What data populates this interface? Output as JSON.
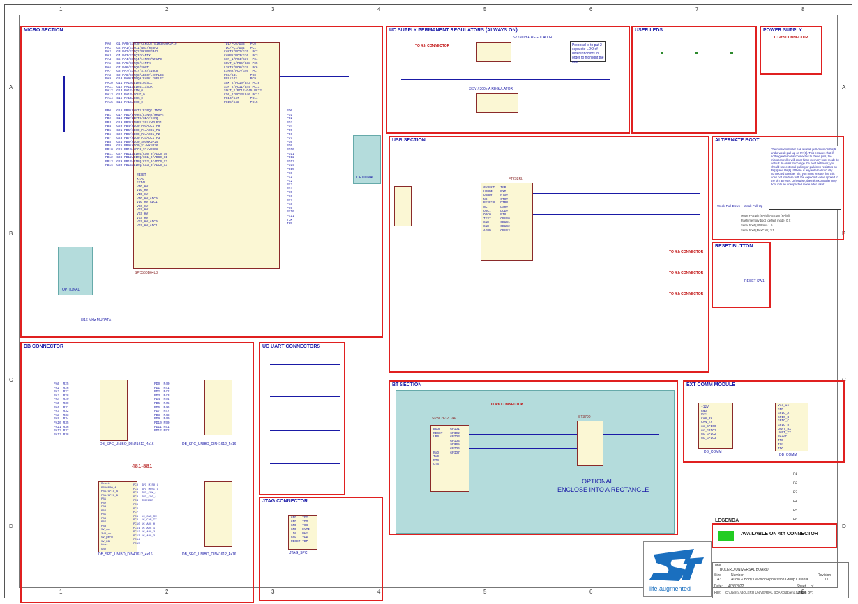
{
  "sections": {
    "micro": "MICRO SECTION",
    "regulators": "UC SUPPLY PERMANENT REGULATORS (ALWAYS ON)",
    "user_leds": "USER LEDs",
    "power_supply": "POWER SUPPLY",
    "usb": "USB SECTION",
    "alternate_boot": "ALTERNATE BOOT",
    "reset_button": "RESET BUTTON",
    "db_connector": "DB CONNECTOR",
    "uart": "UC UART CONNECTORS",
    "jtag": "JTAG CONNECTOR",
    "bt": "BT SECTION",
    "ext_comm": "EXT COMM MODULE",
    "legenda": "LEGENDA"
  },
  "rulers": {
    "columns": [
      "1",
      "2",
      "3",
      "4",
      "5",
      "6",
      "7",
      "8"
    ],
    "rows": [
      "A",
      "B",
      "C",
      "D"
    ]
  },
  "labels": {
    "ic_micro": "SPC560B64L3",
    "reg_5v": "5V /300mA REGULATOR",
    "reg_33v": "3.3V / 300mA REGULATOR",
    "reg_note": "Proposal is to put 2 separate LDO of different colors in order to highlight the one",
    "to_4th_connector": "TO 4th CONNECTOR",
    "ic_usb": "FT232RL",
    "ic_bt": "SPBT2632C2A",
    "ic_bt_mux": "ST3790",
    "optional": "OPTIONAL",
    "bt_optional": "OPTIONAL",
    "bt_enclose": "ENCLOSE INTO A RECTANGLE",
    "part_481881": "481-881",
    "db_conn_1": "DB_SPC_UNIBO_DIN41612_4x16",
    "db_conn_2": "DB_SPC_UNIBO_DIN41612_4x16",
    "legend_item": "AVAILABLE ON 4th CONNECTOR",
    "legend_color": "#22cc22",
    "ext_db_comm_1": "DB_COMM",
    "ext_db_comm_2": "DB_COMM",
    "xtal_note": "8/16 MHz MURATA",
    "reset_sw": "RESET SW1",
    "jtag_conn": "JTAG_SPC",
    "alt_boot_note": "The microcontroller has a weak pull-down on PA[9] and a weak pull-up on PA[8]. This ensures that if nothing external is connected to these pins, the microcontroller will enter flash memory boot mode by default. In order to change the boot behavior, you should use external pulling or pulldown resistors on PA[9] and PA[8]. If there is any external circuitry connected to either pin, you must ensure that this does not interfere with the expected value applied to the pin at reset. Otherwise, the microcontroller may boot into an unexpected mode after reset.",
    "alt_boot_table_head": "Mode   FAB pin (PA[9])   ABS pin (PA[8])",
    "alt_boot_row1": "Flash memory boot (default mode)   0   X",
    "alt_boot_row2": "Serial boot (LINFlex)   1   0",
    "alt_boot_row3": "Serial boot (FlexCAN)   1   1",
    "weak_pd": "Weak Pull-Down",
    "weak_pu": "Weak Pull-Up",
    "logo_text": "life.augmented"
  },
  "title_block": {
    "title_label": "Title",
    "title": "BOLERO UNIVERSAL BOARD",
    "size_label": "Size",
    "size": "A3",
    "number_label": "Number",
    "number": "Audio & Body Devision Application Group Catania",
    "revision_label": "Revision",
    "revision": "1.0",
    "date_label": "Date:",
    "date": "4/26/2022",
    "sheet_label": "Sheet",
    "sheet": "of",
    "file_label": "File:",
    "file": "C:\\Users\\..\\BOLERO UNIVERSAL BOARD\\Bolero.SchDoc",
    "drawn_label": "Drawn By:"
  },
  "micro_pins_left": "PA0   G1 PA0/EIRQ0/CLKOUT/EIRQ0/WKUP19\nPA1   G2 PA1/EIRQ1/NMI/WKUP2\nPA2   G3 PA2/EIRQ2/WKUP3/MA2\nPA3   G4 PA3/EIRQ3/CANTX\nPA4   G5 PA4/EIRQ4/LINRX/WKUP9\nPA5   G6 PA5/EIRQ5/LINTX\nPA6   G7 PA6/EIRQ6/SOUT\nPA7   G8 PA7/EIRQ7/SIN/EIRQ8\nPA8   G9 PA8/EIRQ8/ABS0/LINFLEX\nPA9   G10 PA9/EIRQ9/FAB/LINFLEX\nPA10  G11 PA10/EIRQ10/SCL\nPA11  G12 PA11/EIRQ11/SDA\nPA12  G13 PA12/SIN_0\nPA13  G14 PA13/SOUT_0\nPA14  G15 PA14/SCK_0\nPA15  G16 PA15/CS0_0",
  "micro_pins_right": "TDI/PC0/G33   PC0\nTDO/PC1/G34   PC1\nCANTX/PC2/G35  PC2\nCANRX/PC3/G36  PC3\nSIN_1/PC4/G37  PC4\nSOUT_1/PC5/G38 PC5\nLINTX/PC6/G39  PC6\nLINRX/PC7/G40  PC7\nPC8/G41       PC8\nPC9/G42       PC9\nSCK_2/PC10/G43 PC10\nSIN_2/PC11/G44 PC11\nSOUT_2/PC12/G45 PC12\nCS0_2/PC13/G46 PC13\nPC14/G47      PC14\nPC15/G48      PC15",
  "micro_pins_b": "PB0   G16 PB0/CANTX/EIRQ/LINTX\nPB1   G17 PB1/CANRX/LINRX/WKUP4\nPB2   G18 PB2/LINTX/SDA/EIRQ\nPB3   G19 PB3/LINRX/SCL/WKUP11\nPB4   G20 PB4/ADC0_P0/ADC1_P0\nPB5   G21 PB5/ADC0_P1/ADC1_P1\nPB6   G22 PB6/ADC0_P2/ADC1_P2\nPB7   G23 PB7/ADC0_P3/ADC1_P3\nPB8   G24 PB8/ADC0_S0/WKUP25\nPB9   G25 PB9/ADC0_S1/WKUP26\nPB10  G26 PB10/ADC0_S2/WKUP8\nPB11  G27 PB11/EIRQ/CS0_0/ADC0_X0\nPB12  G28 PB12/EIRQ/CS1_0/ADC0_X1\nPB13  G29 PB13/EIRQ/CS2_0/ADC0_X2\nPB14  G30 PB14/EIRQ/CS3_0/ADC0_X3",
  "micro_pins_power": "RESET\nXTAL\nEXTAL\nVDD_HV\nVDD_HV\nVDD_HV\nVDD_HV_ADC0\nVDD_HV_ADC1\nVSS_HV\nVSS_HV\nVSS_HV\nVSS_HV\nVSS_HV_ADC0\nVSS_HV_ADC1",
  "micro_pins_d": "PD0\nPD1\nPD2\nPD3\nPD4\nPD5\nPD6\nPD7\nPD8\nPD9\nPD10\nPD11\nPD12\nPD13\nPD14\nPD15\nPE0\nPE1\nPE2\nPE3\nPE4\nPE5\nPE6\nPE7\nPE8\nPE9\nPE10\nPE11\nTCK\nTMS",
  "db_pins_1": "PA0  R25\nPA1  R26\nPA2  R27\nPA3  R28\nPA4  R29\nPA5  R30\nPA6  R31\nPA7  R32\nPA8  R33\nPA9  R34\nPA10 R35\nPA11 R36\nPA12 R37\nPA13 R38",
  "db_pins_2": "PD0  R40\nPD1  R41\nPD2  R42\nPD3  R43\nPD4  R44\nPD5  R45\nPD6  R46\nPD7  R47\nPD8  R48\nPD9  R49\nPD10 R50\nPD11 R51\nPD12 R52",
  "db_pins_3": "Reset\nPROGPRO_A\nPB1/GPIO_A\nPB1/GPIO_B\nPB1\nPB2\nPB3\nPB4\nPB5\nPB6\nPB7\nPB8\n5V_uc\n3V3_uc\n5V_perm\n5V_DB\nVbat\nGND",
  "db_pins_4": "PC0  SPI_MISO_1\nPC1  SPI_MOSI_1\nPC2  SPI_CLK_1\nPC3  SPI_CS0_1\nPC4  TRIMMER\nPC5\nPC6\nPC7\nPC8  UC_CAN_RX\nPC9  UC_CAN_TX\nPC10 UC_ADC_0\nPC11 UC_ADC_1\nPC12 UC_ADC_2\nPC13 UC_ADC_3\nPC14\nPC15",
  "usb_pins": "3V3OUT   TXD\nUSBDM    RXD\nUSBDP    RTS#\nNC       CTS#\nRESET#   DTR#\nNC       DSR#\nOSCI     DCD#\nOSCO     RI#\nTEST     CBUS0\nGND      CBUS1\nGND      CBUS2\nAGND     CBUS3",
  "bt_pins": "BOOT     GPIO1\nRESET    GPIO2\nLP0      GPIO3\n         GPIO4\n         GPIO5\n         GPIO6\nRxD      GPIO7\nTxD\nRTS\nCTS",
  "ext_pins_1": "+12V\nGND\nVcc\nCAN_RX\nCAN_TX\nuc_GPIO0\nuc_GPIO1\nuc_GPIO2\nuc_GPIO3",
  "ext_pins_2": "Vcc_uc\nGND\nGPIO_A\nGPIO_B\nGPIO_C\nGPIO_D\nUART_RX\nUART_TX\nReset\nTMS\nTCK\nTDO",
  "jtag_pins": "GND   TDI\nGND   TDO\nGND   TCK\nGND   EVTI\nTMS   RDY\nGND   VDD\nRESET TDP"
}
